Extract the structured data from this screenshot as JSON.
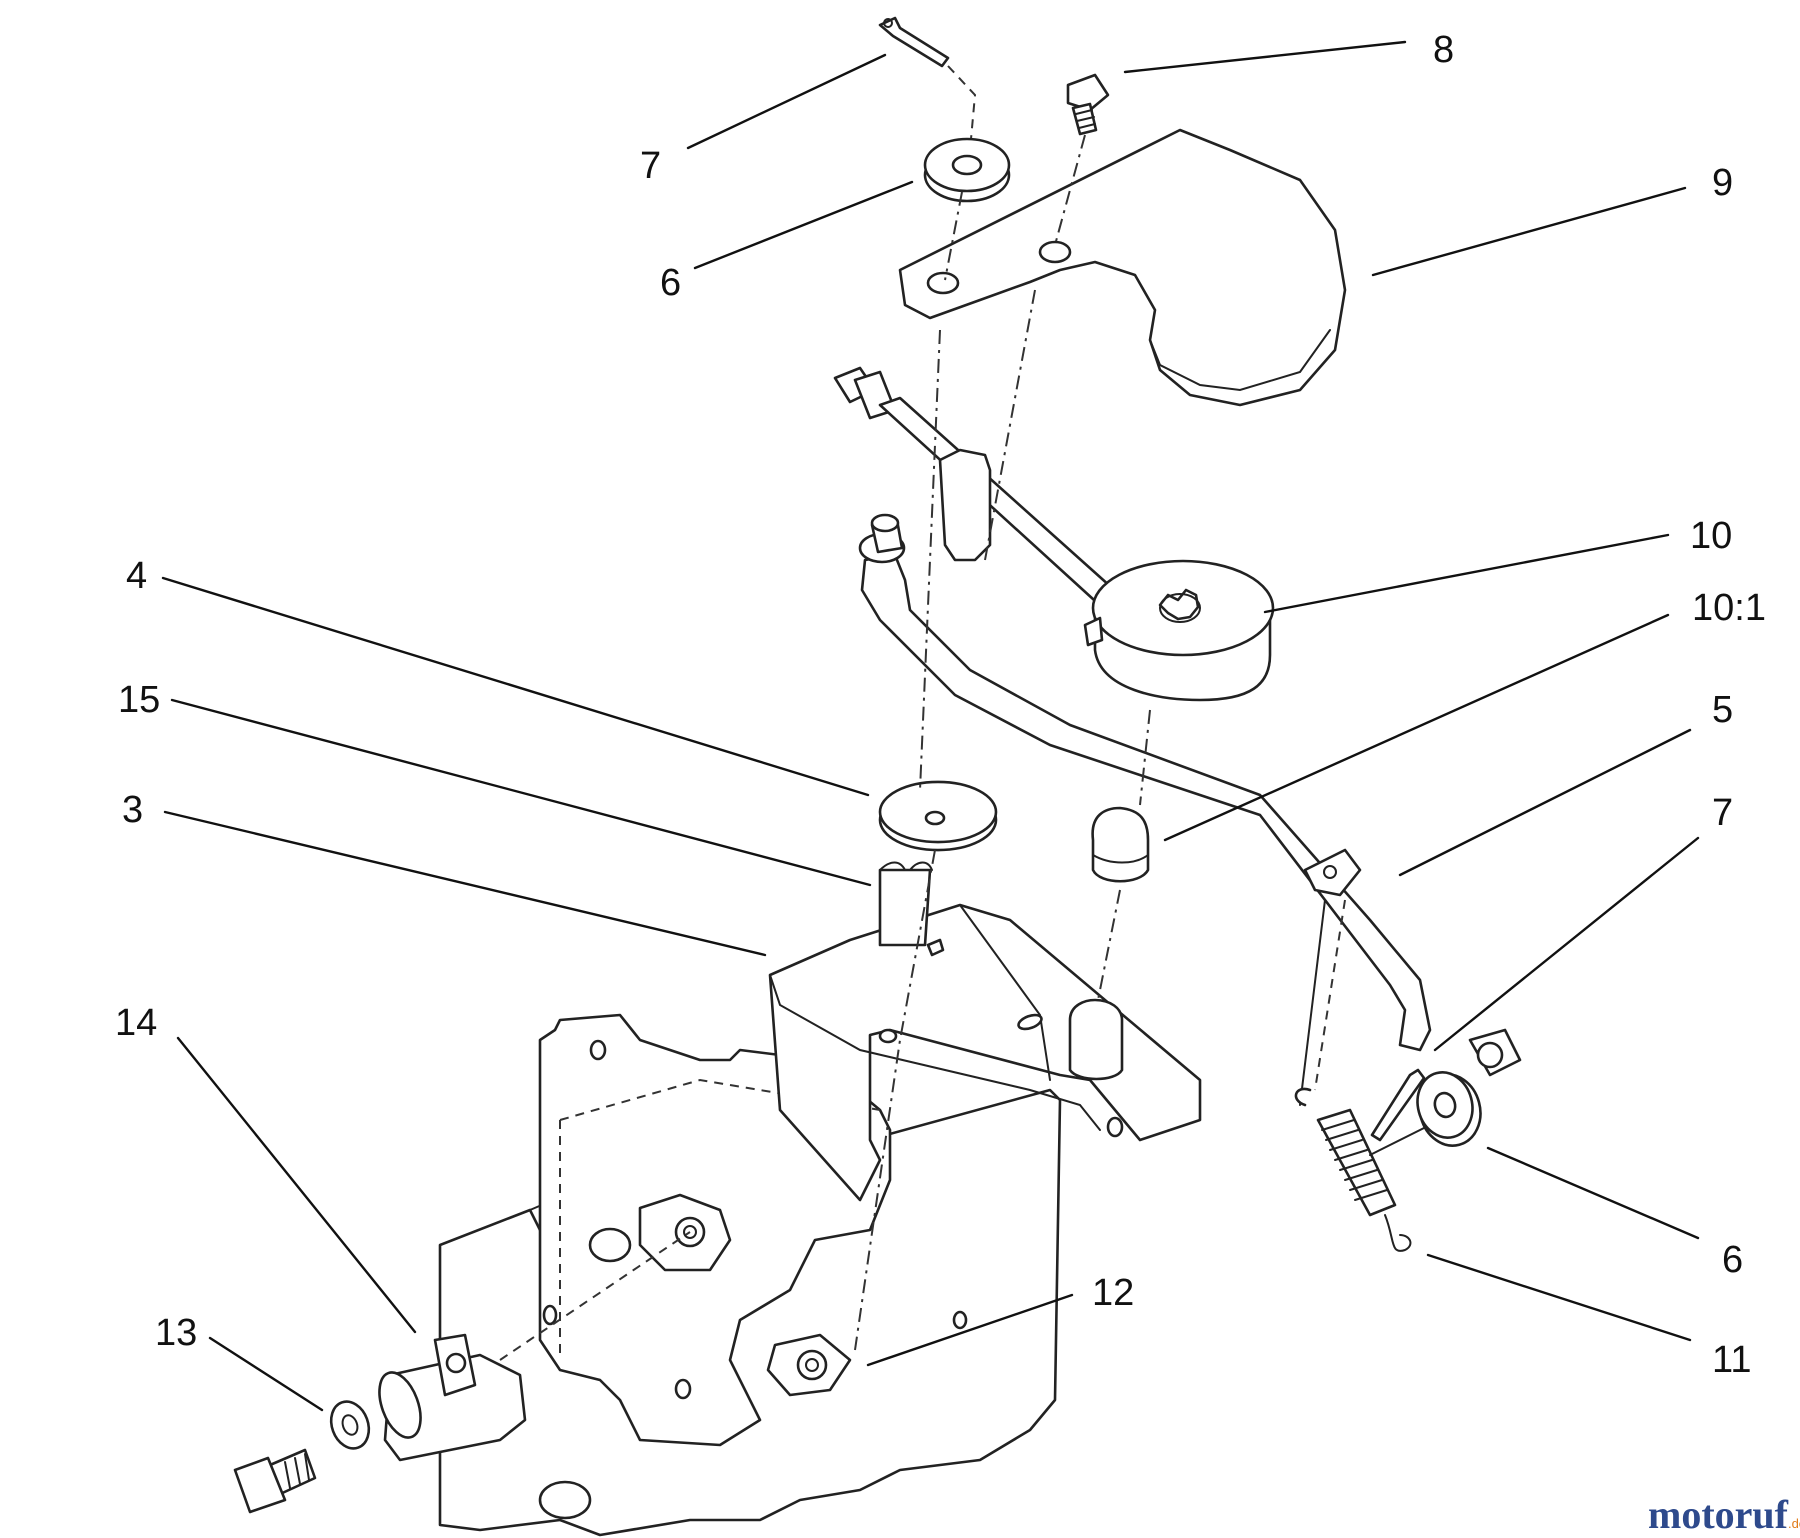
{
  "callouts": [
    {
      "id": "c7a",
      "label": "7"
    },
    {
      "id": "c8",
      "label": "8"
    },
    {
      "id": "c6a",
      "label": "6"
    },
    {
      "id": "c9",
      "label": "9"
    },
    {
      "id": "c10",
      "label": "10"
    },
    {
      "id": "c10_1",
      "label": "10:1"
    },
    {
      "id": "c4",
      "label": "4"
    },
    {
      "id": "c15",
      "label": "15"
    },
    {
      "id": "c5",
      "label": "5"
    },
    {
      "id": "c3",
      "label": "3"
    },
    {
      "id": "c7b",
      "label": "7"
    },
    {
      "id": "c14",
      "label": "14"
    },
    {
      "id": "c6b",
      "label": "6"
    },
    {
      "id": "c12",
      "label": "12"
    },
    {
      "id": "c13",
      "label": "13"
    },
    {
      "id": "c11",
      "label": "11"
    }
  ],
  "watermark": {
    "brand": "motoruf",
    "suffix": ".de"
  },
  "colors": {
    "line": "#222222",
    "background": "#ffffff",
    "watermark_blue": "#2e4a8c",
    "watermark_orange": "#e07b1a"
  }
}
